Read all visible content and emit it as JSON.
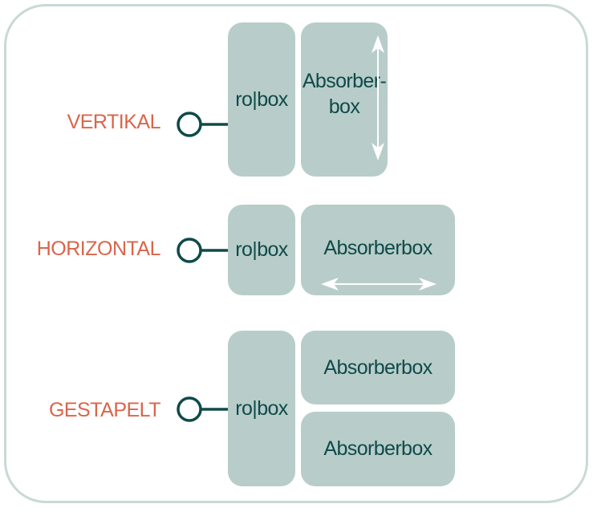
{
  "rows": [
    {
      "label": "VERTIKAL",
      "robox": "ro|box",
      "absorber": [
        "Absorber-",
        "box"
      ]
    },
    {
      "label": "HORIZONTAL",
      "robox": "ro|box",
      "absorber": [
        "Absorberbox"
      ]
    },
    {
      "label": "GESTAPELT",
      "robox": "ro|box",
      "absorber_top": "Absorberbox",
      "absorber_bottom": "Absorberbox"
    }
  ],
  "colors": {
    "label": "#d9654b",
    "box": "#b8cdc9",
    "box_text": "#0f4a4a",
    "connector": "#0f4a4a",
    "frame": "#c9d9d6",
    "arrow": "#ffffff"
  },
  "icons": {
    "connector": "circle-connector-icon",
    "vertical_arrow": "double-arrow-vertical-icon",
    "horizontal_arrow": "double-arrow-horizontal-icon"
  }
}
